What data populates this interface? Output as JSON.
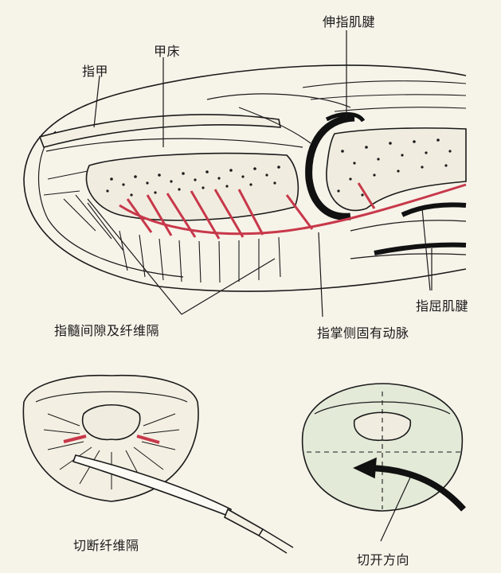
{
  "labels": {
    "nail": "指甲",
    "nail_bed": "甲床",
    "extensor_tendon": "伸指肌腱",
    "flexor_tendon": "指屈肌腱",
    "pulp_septa": "指髓间隙及纤维隔",
    "digital_artery": "指掌侧固有动脉",
    "cut_septa": "切断纤维隔",
    "incision_direction": "切开方向"
  },
  "colors": {
    "artery": "#c8384a",
    "ink": "#1a1a1a",
    "paper": "#f6f3e9",
    "section_fill": "#e3ead8",
    "bone": "#f0ede0"
  }
}
